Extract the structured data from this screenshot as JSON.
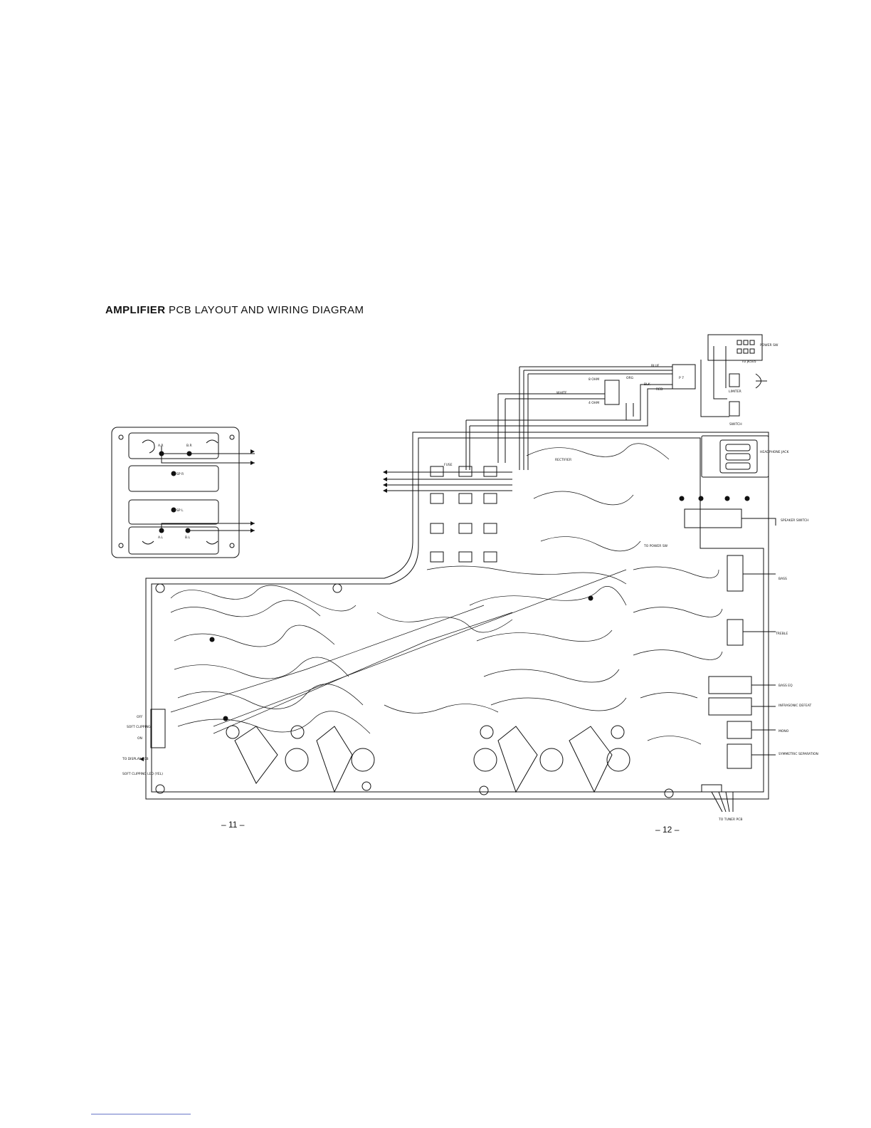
{
  "heading": {
    "bold_part": "AMPLIFIER",
    "rest": " PCB LAYOUT AND WIRING DIAGRAM"
  },
  "page_numbers": {
    "left": "– 11 –",
    "right": "– 12 –"
  },
  "labels": {
    "power_sw": "POWER SW",
    "to_jk505": "TO JK505",
    "limiter_fuse": "LIMITER",
    "switch": "SWITCH",
    "headphone_jack": "HEADPHONE JACK",
    "speaker_switch": "SPEAKER SWITCH",
    "bass": "BASS",
    "treble": "TREBLE",
    "bass_eq": "BASS EQ",
    "infrasonic_defeat": "INFRASONIC DEFEAT",
    "mono": "MONO",
    "stereo_separation": "SYMMETRIC SEPARATION",
    "to_tuner_pcb": "TO TUNER PCB",
    "to_display_pcb": "TO DISPLAY PCB",
    "soft_clipping_led": "SOFT CLIPPING LED (YEL)",
    "off": "OFF",
    "soft_clipping": "SOFT CLIPPING",
    "on": "ON",
    "blue": "BLUE",
    "org": "ORG",
    "white": "WHITE",
    "blk": "BLK",
    "red": "RED",
    "ohm8": "8 OHM",
    "ohm4": "4 OHM",
    "p7": "P 7",
    "to_power_sw": "TO POWER SW",
    "rectifier": "RECTIFIER",
    "fuse": "FUSE",
    "ar": "A.R",
    "br": "B.R",
    "al": "A.L",
    "bl": "B.L",
    "sp_r": "SP R",
    "sp_l": "SP L"
  },
  "colors": {
    "ink": "#111111",
    "paper": "#ffffff",
    "rule": "#6a78c8"
  }
}
